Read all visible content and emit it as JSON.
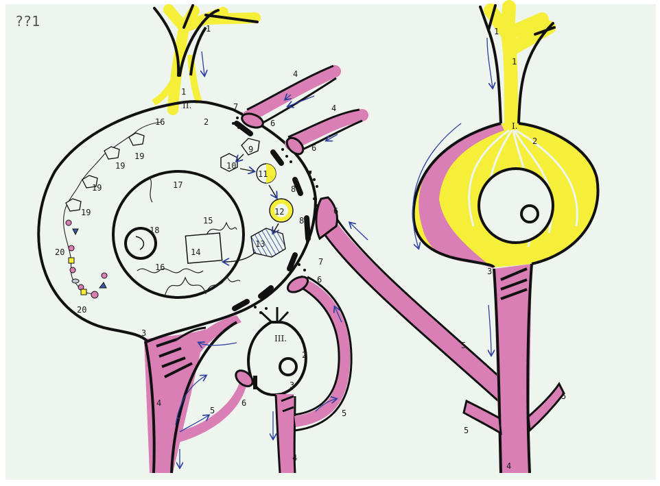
{
  "corner_note": "??1",
  "colors": {
    "paper": "#eef5ef",
    "dendrite": "#f5ef3a",
    "axon": "#d97fb5",
    "outline": "#111111",
    "arrow": "#2c3fa0",
    "molecule": "#3a5aa8"
  },
  "neuron_roman": {
    "n1": "I.",
    "n2": "II.",
    "n3": "III."
  },
  "labels": {
    "l1": "1",
    "l2": "2",
    "l3": "3",
    "l4": "4",
    "l5": "5",
    "l6": "6",
    "l7": "7",
    "l8": "8",
    "l9": "9",
    "l10": "10",
    "l11": "11",
    "l12": "12",
    "l13": "13",
    "l14": "14",
    "l15": "15",
    "l16": "16",
    "l17": "17",
    "l18": "18",
    "l19": "19",
    "l20": "20"
  }
}
